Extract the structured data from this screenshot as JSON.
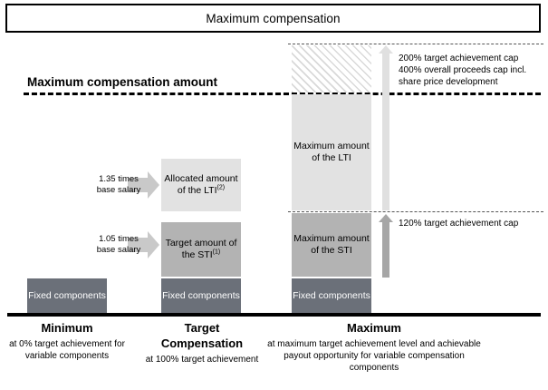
{
  "header": {
    "title": "Maximum compensation"
  },
  "reference_line": {
    "label": "Maximum compensation amount"
  },
  "columns": [
    {
      "key": "minimum",
      "caption_title": "Minimum",
      "caption_sub": "at 0% target achievement for variable components",
      "segments": [
        {
          "name": "fixed",
          "label": "Fixed components"
        }
      ]
    },
    {
      "key": "target",
      "caption_title": "Target Compensation",
      "caption_sub": "at 100% target achievement",
      "segments": [
        {
          "name": "fixed",
          "label": "Fixed components"
        },
        {
          "name": "sti",
          "label": "Target amount of the STI",
          "note": "(1)"
        },
        {
          "name": "lti",
          "label": "Allocated amount of the LTI",
          "note": "(2)"
        }
      ]
    },
    {
      "key": "maximum",
      "caption_title": "Maximum",
      "caption_sub": "at maximum target achievement level and achievable payout opportunity for variable compensation components",
      "segments": [
        {
          "name": "fixed",
          "label": "Fixed components"
        },
        {
          "name": "sti",
          "label": "Maximum amount of the STI"
        },
        {
          "name": "lti",
          "label": "Maximum amount of the LTI"
        },
        {
          "name": "hatched",
          "label": ""
        }
      ]
    }
  ],
  "multiplier_callouts": [
    {
      "key": "lti",
      "line1": "1.35 times",
      "line2": "base salary"
    },
    {
      "key": "sti",
      "line1": "1.05 times",
      "line2": "base salary"
    }
  ],
  "cap_notes": {
    "overall": {
      "line1": "200% target achievement cap",
      "line2": "400% overall proceeds cap incl.",
      "line3": "share price development"
    },
    "sti": {
      "line1": "120% target achievement cap"
    }
  },
  "colors": {
    "fixed": "#6b7079",
    "sti": "#b3b3b3",
    "lti": "#e2e2e2",
    "hatch": "#d9d9d9",
    "arrow_light": "#e0e0e0",
    "arrow_dark": "#a6a6a6",
    "line": "#000000"
  }
}
